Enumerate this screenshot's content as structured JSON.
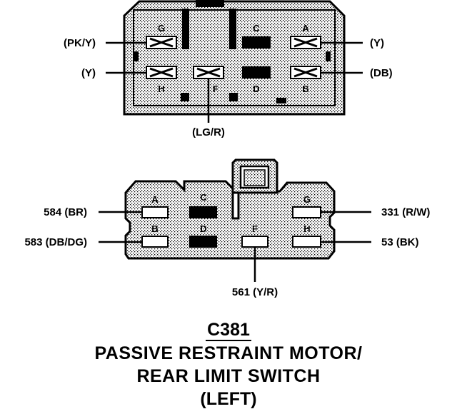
{
  "caption": {
    "connector_id": "C381",
    "line1": "PASSIVE RESTRAINT MOTOR/",
    "line2": "REAR LIMIT SWITCH",
    "line3": "(LEFT)"
  },
  "top_connector": {
    "pins": {
      "g": "G",
      "c": "C",
      "a": "A",
      "h": "H",
      "f": "F",
      "d": "D",
      "b": "B"
    },
    "wires": {
      "g": "(PK/Y)",
      "a": "(Y)",
      "h": "(Y)",
      "b": "(DB)",
      "f": "(LG/R)"
    }
  },
  "bottom_connector": {
    "pins": {
      "a": "A",
      "c": "C",
      "g": "G",
      "b": "B",
      "d": "D",
      "f": "F",
      "h": "H"
    },
    "wires": {
      "a": "584 (BR)",
      "b": "583 (DB/DG)",
      "g": "331 (R/W)",
      "h": "53 (BK)",
      "f": "561 (Y/R)"
    }
  }
}
